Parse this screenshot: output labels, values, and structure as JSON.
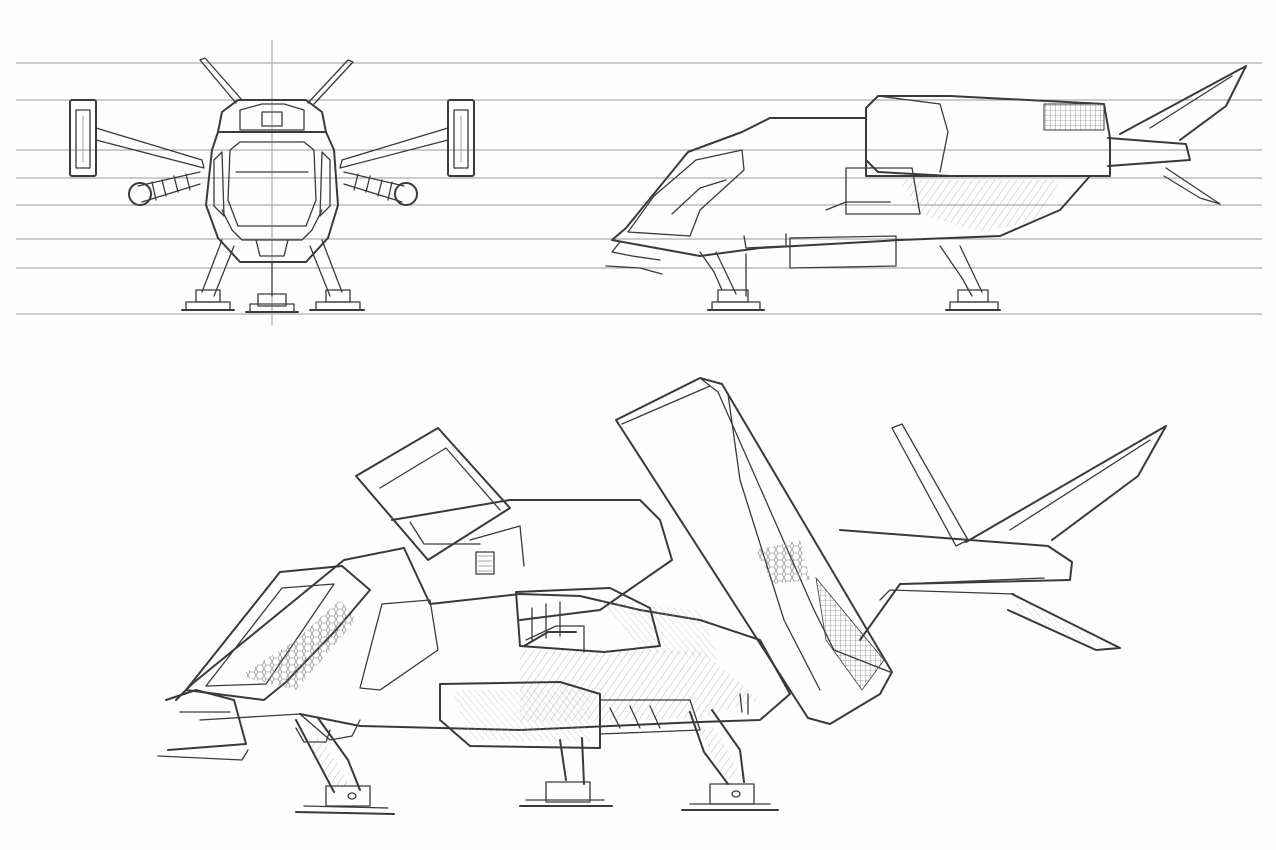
{
  "sheet": {
    "subject": "aircraft-concept-sketch",
    "views": [
      "front-view",
      "side-view",
      "perspective-view"
    ],
    "ink_color": "#3a3a3a",
    "paper_color": "#fefefe",
    "guide_color": "#9a9a9a"
  }
}
